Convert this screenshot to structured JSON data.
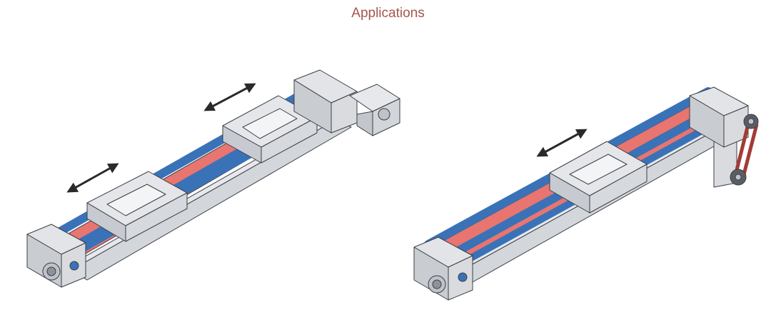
{
  "title": "Applications",
  "colors": {
    "title": "#a4574c",
    "rod_blue": "#3a72b8",
    "belt_red": "#e8756f",
    "frame_gray": "#d3d6db",
    "outline": "#3b3f45",
    "arrow": "#2a2a2a"
  },
  "figures": [
    {
      "name": "linear-actuator-dual-carriage-motor-drive",
      "carriages": 2,
      "motor": "inline-gearmotor",
      "motion_arrows": 2
    },
    {
      "name": "linear-actuator-single-carriage-belt-drive",
      "carriages": 1,
      "motor": "side-belt-pulley",
      "motion_arrows": 1
    }
  ]
}
